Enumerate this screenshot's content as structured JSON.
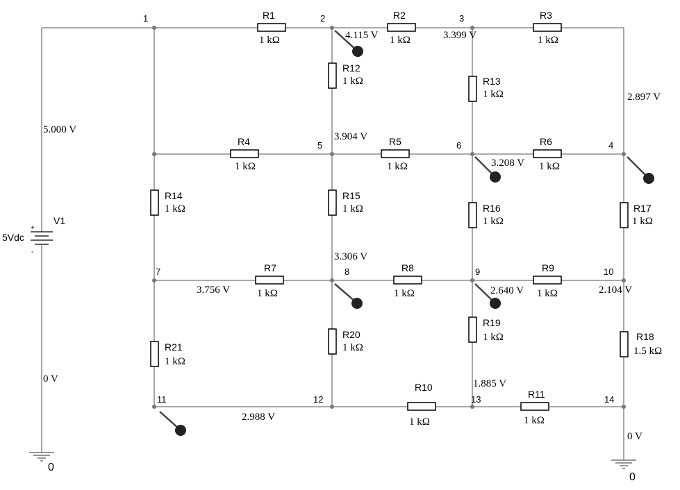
{
  "source": {
    "name": "V1",
    "value": "5Vdc",
    "plus": "+",
    "minus": "-"
  },
  "ground_label": "0",
  "nodes": [
    "1",
    "2",
    "3",
    "4",
    "5",
    "6",
    "7",
    "8",
    "9",
    "10",
    "11",
    "12",
    "13",
    "14"
  ],
  "resistors": [
    {
      "name": "R1",
      "value": "1 kΩ"
    },
    {
      "name": "R2",
      "value": "1 kΩ"
    },
    {
      "name": "R3",
      "value": "1 kΩ"
    },
    {
      "name": "R4",
      "value": "1 kΩ"
    },
    {
      "name": "R5",
      "value": "1 kΩ"
    },
    {
      "name": "R6",
      "value": "1 kΩ"
    },
    {
      "name": "R7",
      "value": "1 kΩ"
    },
    {
      "name": "R8",
      "value": "1 kΩ"
    },
    {
      "name": "R9",
      "value": "1 kΩ"
    },
    {
      "name": "R10",
      "value": "1 kΩ"
    },
    {
      "name": "R11",
      "value": "1 kΩ"
    },
    {
      "name": "R12",
      "value": "1 kΩ"
    },
    {
      "name": "R13",
      "value": "1 kΩ"
    },
    {
      "name": "R14",
      "value": "1 kΩ"
    },
    {
      "name": "R15",
      "value": "1 kΩ"
    },
    {
      "name": "R16",
      "value": "1 kΩ"
    },
    {
      "name": "R17",
      "value": "1 kΩ"
    },
    {
      "name": "R18",
      "value": "1.5 kΩ"
    },
    {
      "name": "R19",
      "value": "1 kΩ"
    },
    {
      "name": "R20",
      "value": "1 kΩ"
    },
    {
      "name": "R21",
      "value": "1 kΩ"
    }
  ],
  "voltages": [
    "5.000 V",
    "4.115 V",
    "3.399 V",
    "2.897 V",
    "3.904 V",
    "3.208 V",
    "3.306 V",
    "3.756 V",
    "2.640 V",
    "2.104 V",
    "1.885 V",
    "2.988 V",
    "0 V",
    "0 V"
  ]
}
